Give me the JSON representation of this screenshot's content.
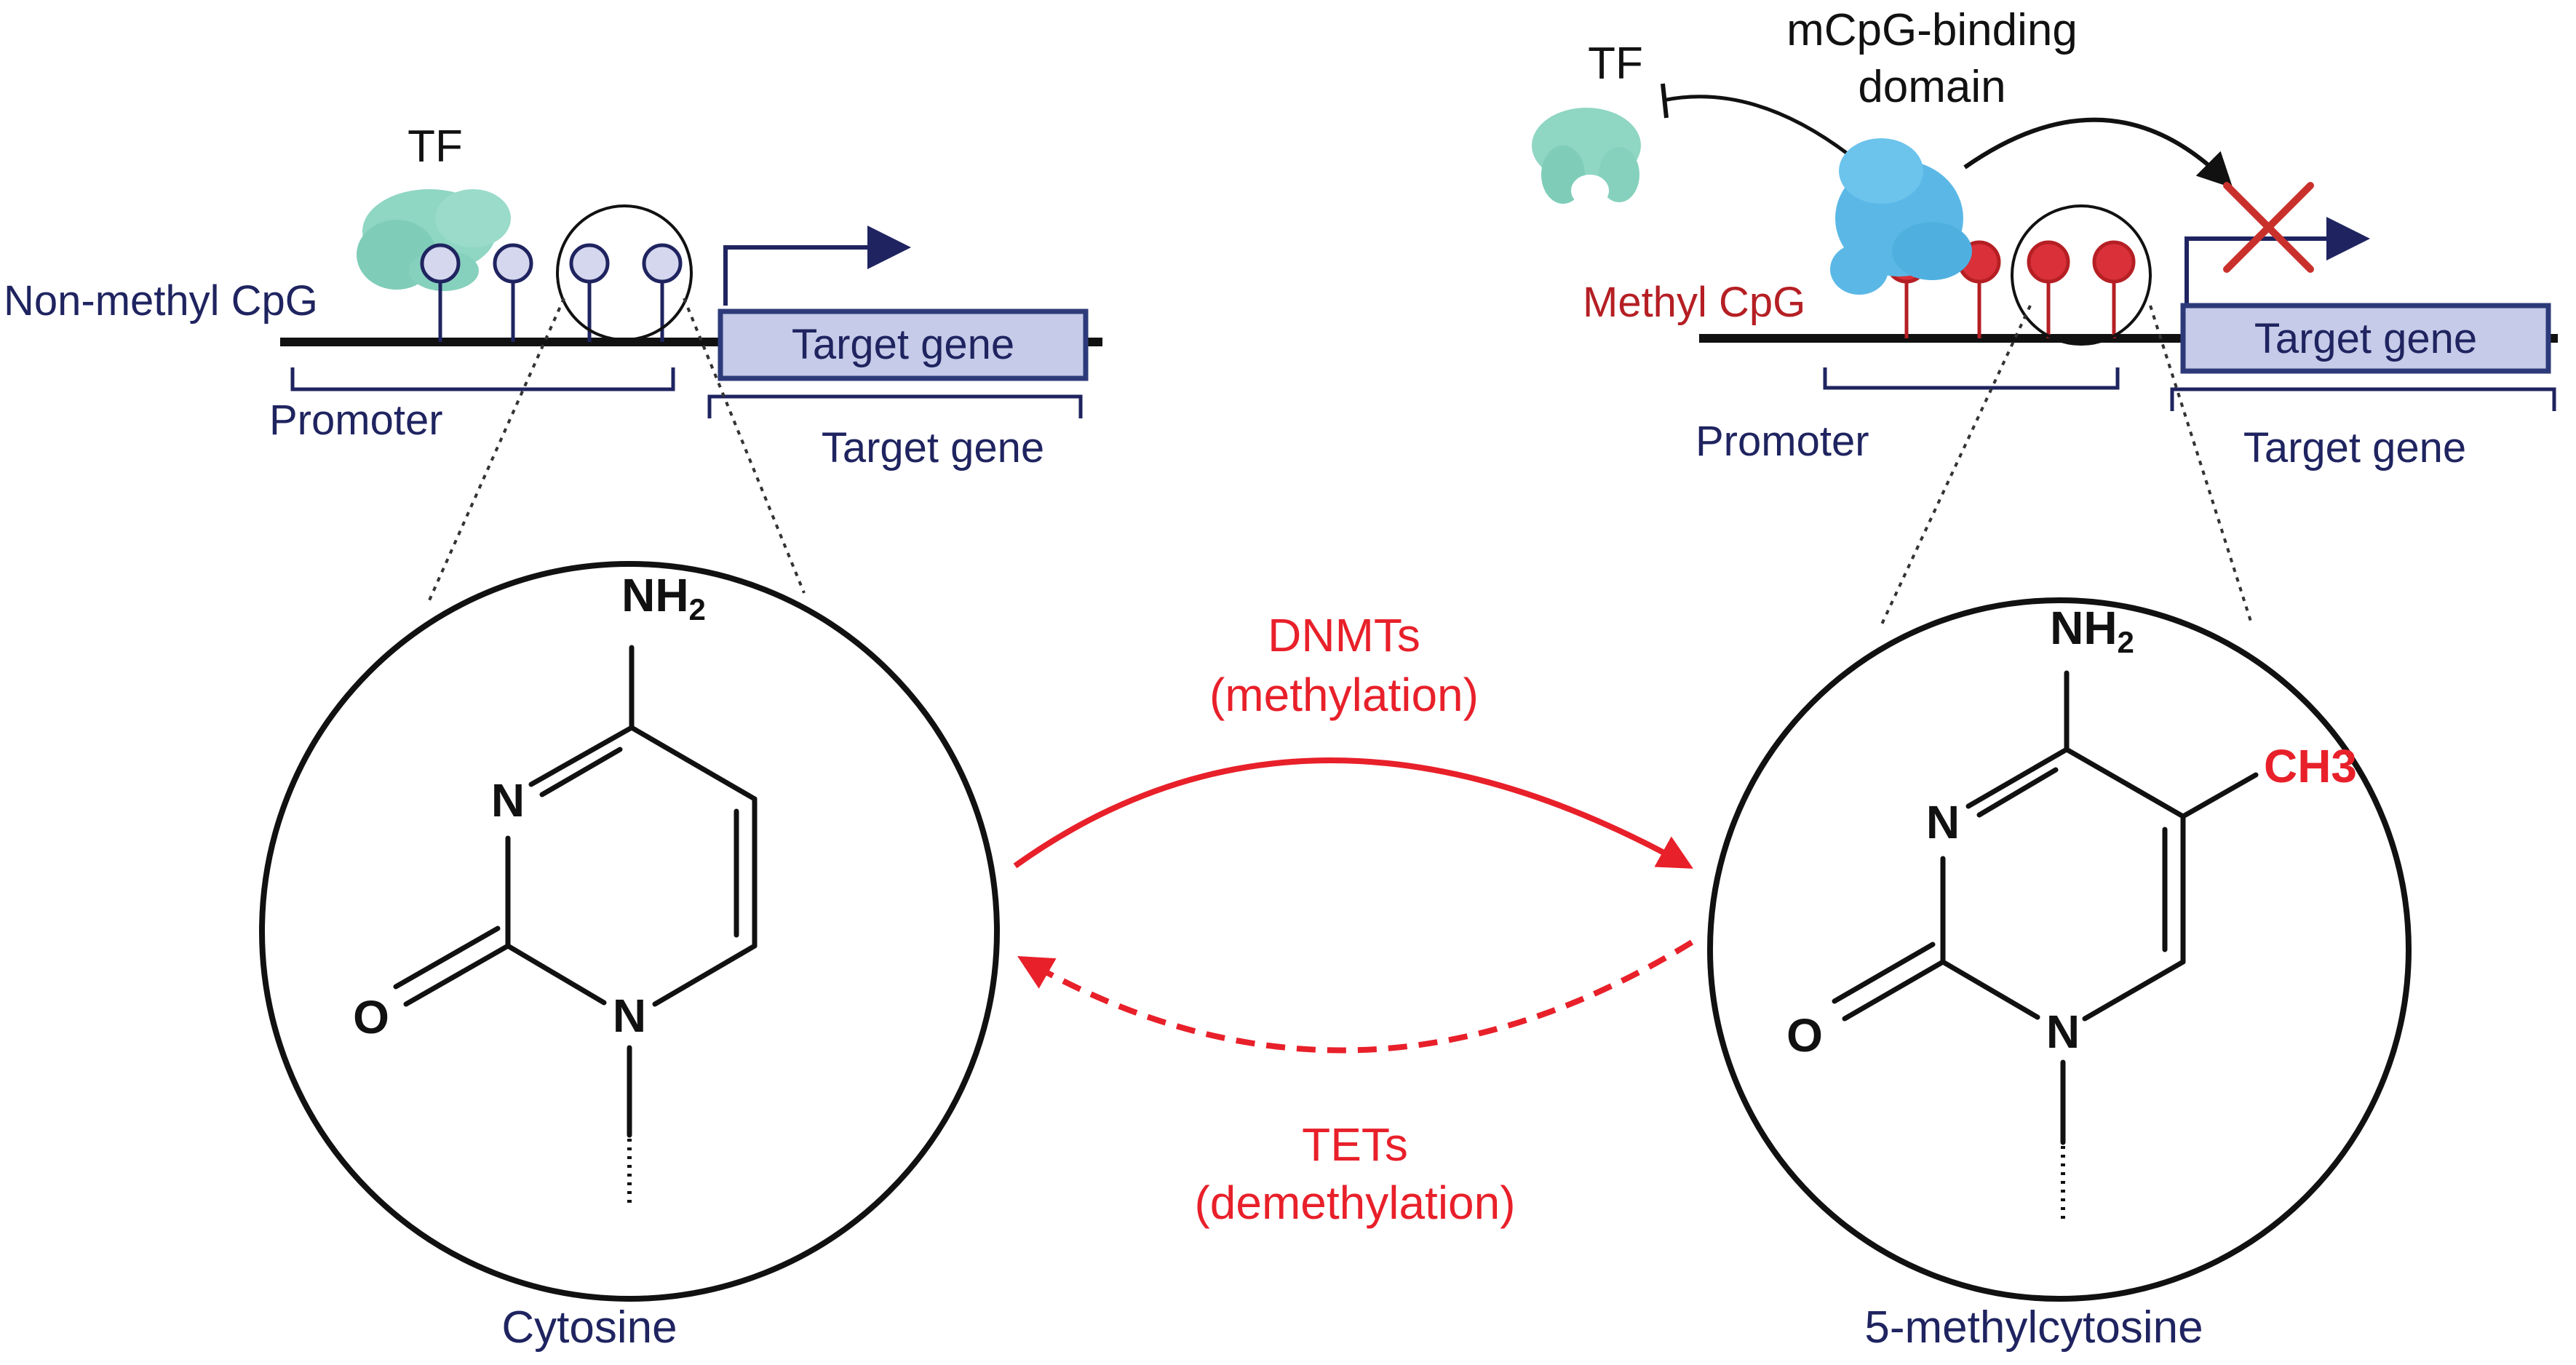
{
  "left_panel": {
    "tf_label": "TF",
    "cpg_label": "Non-methyl CpG",
    "gene_box_label": "Target gene",
    "promoter_label": "Promoter",
    "gene_bracket_label": "Target gene",
    "molecule": {
      "amine": "NH",
      "amine_sub": "2",
      "ring_n1": "N",
      "ring_n2": "N",
      "oxygen": "O"
    },
    "caption": "Cytosine"
  },
  "right_panel": {
    "tf_label": "TF",
    "binding_domain_line1": "mCpG-binding",
    "binding_domain_line2": "domain",
    "cpg_label": "Methyl CpG",
    "gene_box_label": "Target gene",
    "promoter_label": "Promoter",
    "gene_bracket_label": "Target gene",
    "molecule": {
      "amine": "NH",
      "amine_sub": "2",
      "methyl": "CH3",
      "ring_n1": "N",
      "ring_n2": "N",
      "oxygen": "O"
    },
    "caption": "5-methylcytosine"
  },
  "forward_reaction": {
    "enzyme": "DNMTs",
    "process": "(methylation)"
  },
  "reverse_reaction": {
    "enzyme": "TETs",
    "process": "(demethylation)"
  },
  "colors": {
    "navy": "#1f2460",
    "reaction_red": "#e8202a",
    "methyl_red": "#b51f24",
    "tf_green": "#7fcdb8",
    "mbd_blue": "#5bb8e6",
    "gene_box_fill": "#c5cbe8",
    "lollipop_unmethylated": "#d4d7ee",
    "lollipop_methylated": "#d9303a"
  }
}
